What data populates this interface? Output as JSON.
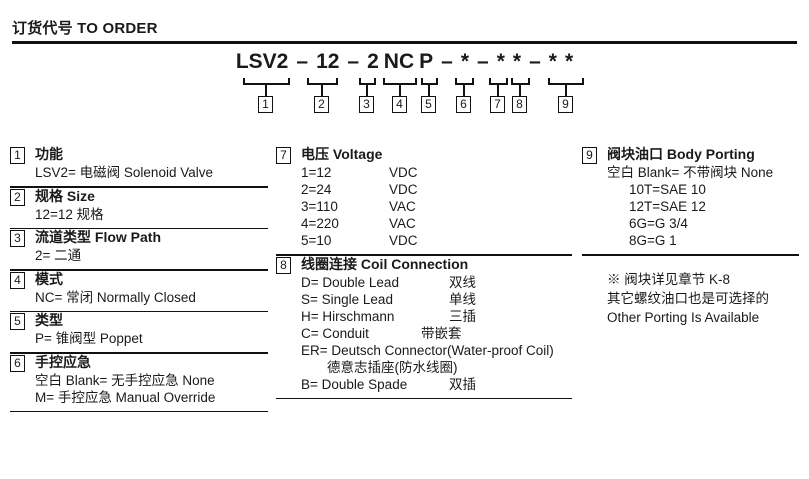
{
  "header": {
    "title_cn": "订货代号",
    "title_en": "TO ORDER",
    "title": "订货代号 TO ORDER"
  },
  "order_code": {
    "tokens": [
      "LSV2",
      "–",
      "12",
      "–",
      "2",
      "NC",
      "P",
      "–",
      "*",
      "–",
      "*",
      "*",
      "–",
      "*",
      "*"
    ],
    "full": "LSV2 – 12 – 2 NC P – * – * * – * *",
    "callouts": [
      "1",
      "2",
      "3",
      "4",
      "5",
      "6",
      "7",
      "8",
      "9"
    ]
  },
  "columns": {
    "left": [
      {
        "num": "1",
        "title": "功能",
        "lines": [
          "LSV2= 电磁阀 Solenoid Valve"
        ]
      },
      {
        "num": "2",
        "title": "规格 Size",
        "lines": [
          "12=12 规格"
        ]
      },
      {
        "num": "3",
        "title": "流道类型 Flow Path",
        "lines": [
          "2= 二通"
        ]
      },
      {
        "num": "4",
        "title": "模式",
        "lines": [
          "NC= 常闭 Normally Closed"
        ]
      },
      {
        "num": "5",
        "title": "类型",
        "lines": [
          "P= 锥阀型 Poppet"
        ]
      },
      {
        "num": "6",
        "title": "手控应急",
        "lines": [
          "空白 Blank= 无手控应急 None",
          "M= 手控应急 Manual Override"
        ]
      }
    ],
    "middle": [
      {
        "num": "7",
        "title": "电压 Voltage",
        "rows": [
          {
            "code": "1=12",
            "unit": "VDC"
          },
          {
            "code": "2=24",
            "unit": "VDC"
          },
          {
            "code": "3=110",
            "unit": "VAC"
          },
          {
            "code": "4=220",
            "unit": "VAC"
          },
          {
            "code": "5=10",
            "unit": "VDC"
          }
        ]
      },
      {
        "num": "8",
        "title": "线圈连接 Coil Connection",
        "rows": [
          {
            "en": "D= Double Lead",
            "cn": "双线"
          },
          {
            "en": "S= Single Lead",
            "cn": "单线"
          },
          {
            "en": "H= Hirschmann",
            "cn": "三插"
          },
          {
            "en": "C= Conduit",
            "cn": "带嵌套"
          },
          {
            "en": "ER= Deutsch Connector(Water-proof Coil)",
            "cn": ""
          },
          {
            "en": "德意志插座(防水线圈)",
            "cn": "",
            "indent": true
          },
          {
            "en": "B= Double Spade",
            "cn": "双插"
          }
        ]
      }
    ],
    "right": [
      {
        "num": "9",
        "title": "阀块油口 Body Porting",
        "lines": [
          "空白 Blank= 不带阀块 None",
          "10T=SAE 10",
          "12T=SAE 12",
          " 6G=G 3/4",
          " 8G=G 1"
        ]
      }
    ],
    "right_note": [
      "※ 阀块详见章节 K-8",
      "其它螺纹油口也是可选择的",
      "Other Porting Is Available"
    ]
  },
  "colors": {
    "ink": "#1a1a1a",
    "rule": "#111111",
    "background": "#ffffff"
  }
}
